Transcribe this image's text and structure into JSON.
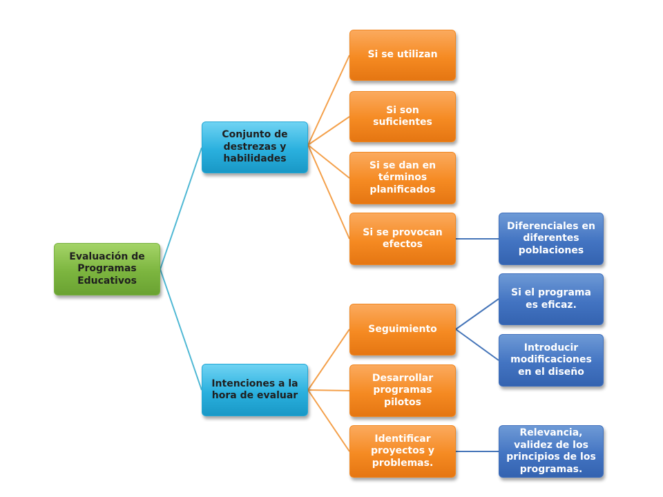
{
  "root": {
    "label": "Evaluación de Programas Educativos"
  },
  "branches": [
    {
      "label": "Conjunto de destrezas y habilidades",
      "children": [
        {
          "label": "Si se utilizan"
        },
        {
          "label": "Si son suficientes"
        },
        {
          "label": "Si se dan en términos planificados"
        },
        {
          "label": "Si se provocan efectos",
          "children": [
            {
              "label": "Diferenciales en diferentes poblaciones"
            }
          ]
        }
      ]
    },
    {
      "label": "Intenciones a la hora de evaluar",
      "children": [
        {
          "label": "Seguimiento",
          "children": [
            {
              "label": "Si el programa es eficaz."
            },
            {
              "label": "Introducir modificaciones en el diseño"
            }
          ]
        },
        {
          "label": "Desarrollar programas pilotos"
        },
        {
          "label": "Identificar proyectos y problemas.",
          "children": [
            {
              "label": "Relevancia, validez de los principios de los programas."
            }
          ]
        }
      ]
    }
  ],
  "colors": {
    "level0": "#7cb53f",
    "level1": "#2ab0de",
    "level2": "#f58a22",
    "level3": "#4374c2"
  }
}
